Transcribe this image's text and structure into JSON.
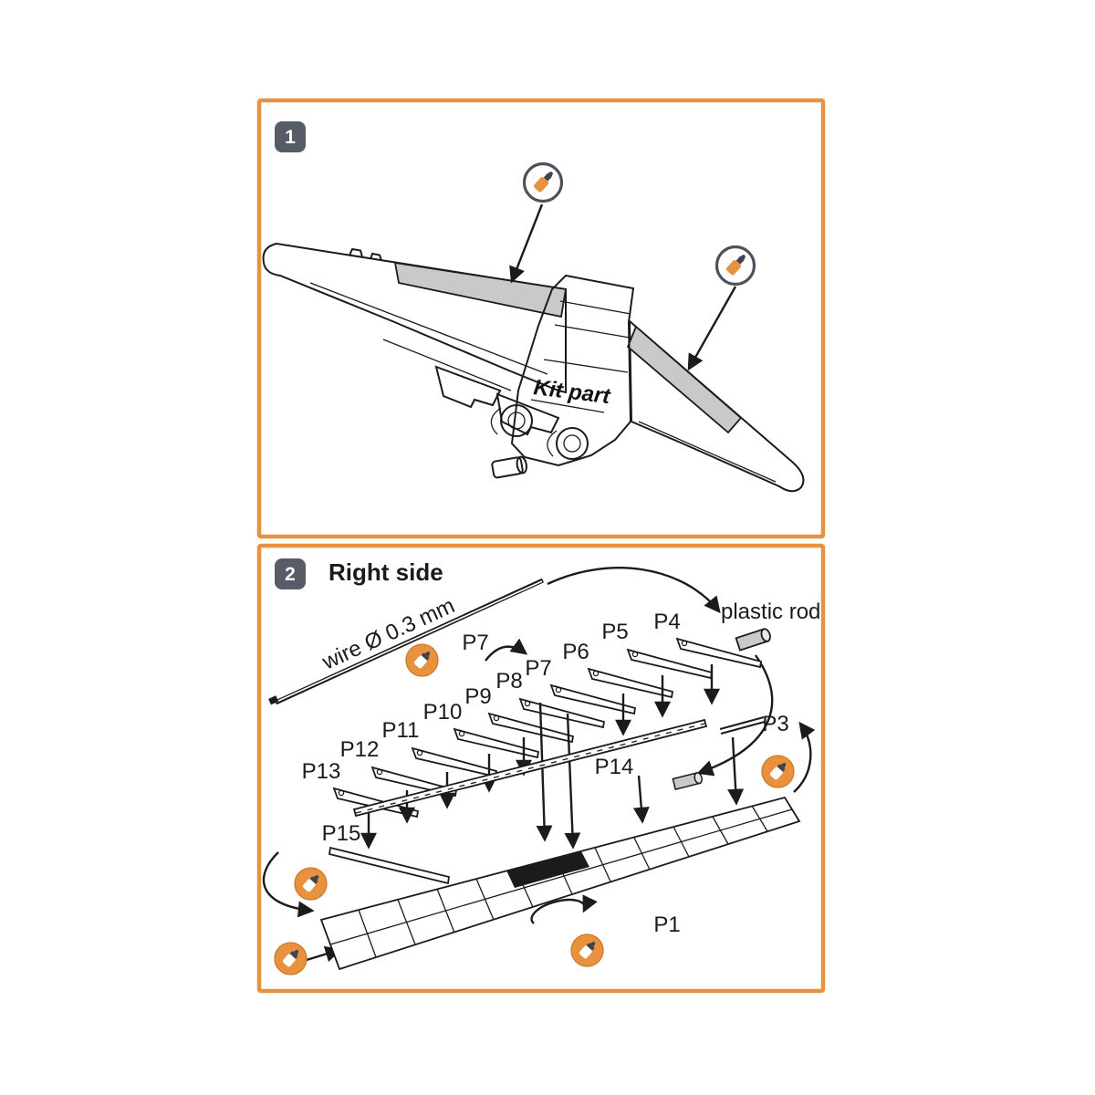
{
  "sheet": {
    "type_label": "model kit assembly instructions"
  },
  "colors": {
    "accent_orange": "#E8923F",
    "badge_slate": "#575D66",
    "line_dark": "#1B1B1B",
    "shaded_part_gray": "#C9C9C9"
  },
  "step1": {
    "number": "1",
    "kit_part_label": "Kit part"
  },
  "step2": {
    "number": "2",
    "title": "Right side",
    "wire_label": "wire Ø 0.3 mm",
    "plastic_rod_label": "plastic rod",
    "parts": {
      "p1": "P1",
      "p3": "P3",
      "p4": "P4",
      "p5": "P5",
      "p6": "P6",
      "p7_flip": "P7",
      "p7": "P7",
      "p8": "P8",
      "p9": "P9",
      "p10": "P10",
      "p11": "P11",
      "p12": "P12",
      "p13": "P13",
      "p14": "P14",
      "p15": "P15"
    }
  }
}
